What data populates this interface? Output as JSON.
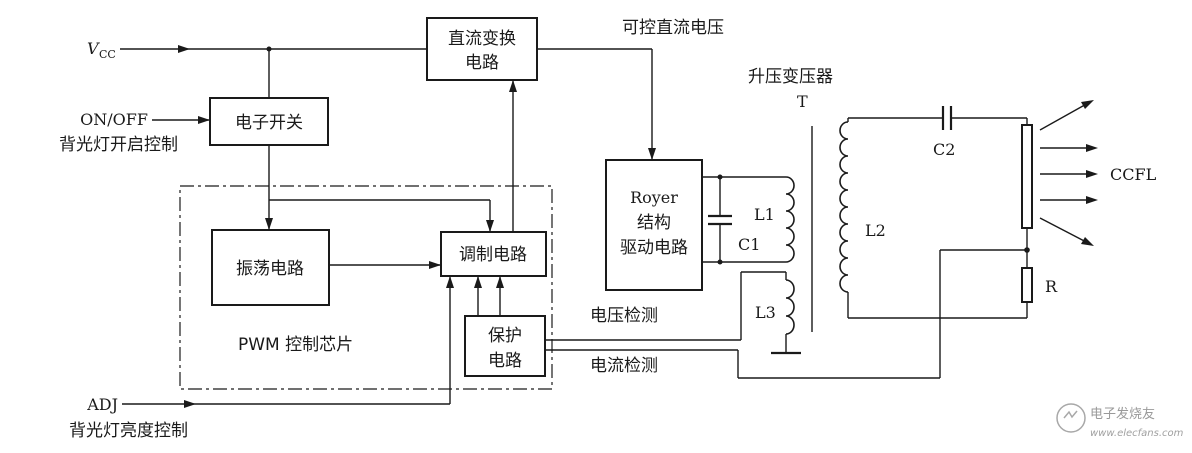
{
  "inputs": {
    "vcc_main": "V",
    "vcc_sub": "CC",
    "on_off": "ON/OFF",
    "on_off_desc": "背光灯开启控制",
    "adj": "ADJ",
    "adj_desc": "背光灯亮度控制"
  },
  "blocks": {
    "dc_converter_line1": "直流变换",
    "dc_converter_line2": "电路",
    "electronic_switch": "电子开关",
    "oscillator": "振荡电路",
    "modulator": "调制电路",
    "protection_line1": "保护",
    "protection_line2": "电路",
    "royer_line1": "Royer",
    "royer_line2": "结构",
    "royer_line3": "驱动电路"
  },
  "chip_label": "PWM 控制芯片",
  "signals": {
    "controlled_dc_voltage": "可控直流电压",
    "voltage_detect": "电压检测",
    "current_detect": "电流检测"
  },
  "transformer": {
    "title": "升压变压器",
    "name": "T"
  },
  "components": {
    "l1": "L1",
    "c1": "C1",
    "l2": "L2",
    "l3": "L3",
    "c2": "C2",
    "r": "R",
    "lamp": "CCFL"
  },
  "watermark": {
    "cn": "电子发烧友",
    "en": "www.elecfans.com"
  }
}
